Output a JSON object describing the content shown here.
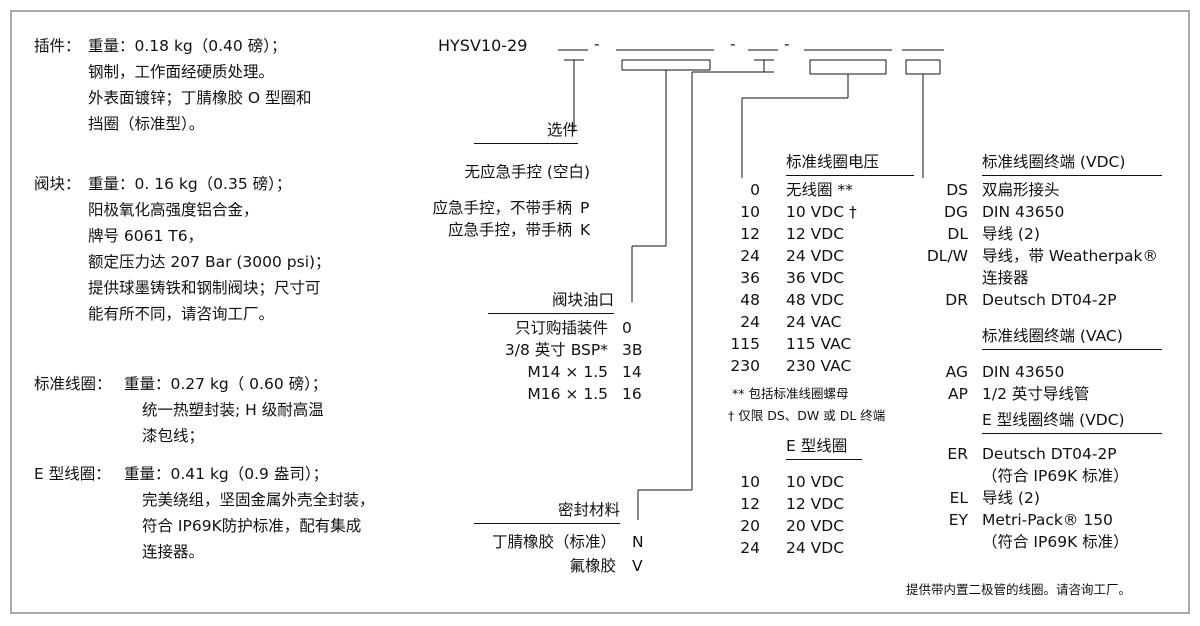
{
  "left": [
    {
      "label": "插件：",
      "lines": [
        "重量：0.18 kg（0.40 磅）；",
        "钢制，工作面经硬质处理。",
        "外表面镀锌；丁腈橡胶 O 型圈和",
        "挡圈（标准型）。"
      ]
    },
    {
      "label": "阀块：",
      "lines": [
        "重量：0. 16 kg（0.35 磅）；",
        "阳极氧化高强度铝合金，",
        "牌号 6061 T6，",
        "额定压力达 207 Bar (3000 psi)；",
        "提供球墨铸铁和钢制阀块；尺寸可",
        "能有所不同，请咨询工厂。"
      ]
    },
    {
      "label": "标准线圈：",
      "lines": [
        "重量：0.27 kg（ 0.60 磅）；",
        "统一热塑封装; H 级耐高温",
        "漆包线；"
      ]
    },
    {
      "label": "E 型线圈：",
      "lines": [
        "重量：0.41 kg（0.9 盎司）；",
        "完美绕组，坚固金属外壳全封装，",
        "符合 IP69K防护标准，配有集成",
        "连接器。"
      ]
    }
  ],
  "model": {
    "code": "HYSV10-29",
    "dash": "-"
  },
  "options": {
    "title": "选件",
    "items": [
      {
        "label": "无应急手控 (空白)",
        "code": ""
      },
      {
        "label": "应急手控，不带手柄",
        "code": "P"
      },
      {
        "label": "应急手控，带手柄",
        "code": "K"
      }
    ]
  },
  "ports": {
    "title": "阀块油口",
    "items": [
      {
        "label": "只订购插装件",
        "code": "0"
      },
      {
        "label": "3/8 英寸 BSP*",
        "code": "3B"
      },
      {
        "label": "M14 × 1.5",
        "code": "14"
      },
      {
        "label": "M16 × 1.5",
        "code": "16"
      }
    ]
  },
  "seals": {
    "title": "密封材料",
    "items": [
      {
        "label": "丁腈橡胶（标准）",
        "code": "N"
      },
      {
        "label": "氟橡胶",
        "code": "V"
      }
    ]
  },
  "std_voltage": {
    "title": "标准线圈电压",
    "items": [
      {
        "code": "0",
        "label": "无线圈 **"
      },
      {
        "code": "10",
        "label": "10 VDC †"
      },
      {
        "code": "12",
        "label": "12 VDC"
      },
      {
        "code": "24",
        "label": "24 VDC"
      },
      {
        "code": "36",
        "label": "36 VDC"
      },
      {
        "code": "48",
        "label": "48 VDC"
      },
      {
        "code": "24",
        "label": "24 VAC"
      },
      {
        "code": "115",
        "label": "115 VAC"
      },
      {
        "code": "230",
        "label": "230 VAC"
      }
    ],
    "notes": [
      "** 包括标准线圈螺母",
      "† 仅限 DS、DW 或 DL 终端"
    ]
  },
  "e_voltage": {
    "title": "E 型线圈",
    "items": [
      {
        "code": "10",
        "label": "10 VDC"
      },
      {
        "code": "12",
        "label": "12 VDC"
      },
      {
        "code": "20",
        "label": "20 VDC"
      },
      {
        "code": "24",
        "label": "24 VDC"
      }
    ]
  },
  "term_vdc": {
    "title": "标准线圈终端 (VDC)",
    "items": [
      {
        "code": "DS",
        "label": "双扁形接头"
      },
      {
        "code": "DG",
        "label": "DIN 43650"
      },
      {
        "code": "DL",
        "label": "导线 (2)"
      },
      {
        "code": "DL/W",
        "label": "导线，带 Weatherpak®",
        "label2": "连接器"
      },
      {
        "code": "DR",
        "label": "Deutsch DT04-2P"
      }
    ]
  },
  "term_vac": {
    "title": "标准线圈终端 (VAC)",
    "items": [
      {
        "code": "AG",
        "label": "DIN 43650"
      },
      {
        "code": "AP",
        "label": "1/2 英寸导线管"
      }
    ]
  },
  "term_e": {
    "title": "E 型线圈终端 (VDC)",
    "items": [
      {
        "code": "ER",
        "label": "Deutsch DT04-2P",
        "label2": "（符合 IP69K 标准）"
      },
      {
        "code": "EL",
        "label": "导线 (2)"
      },
      {
        "code": "EY",
        "label": "Metri-Pack® 150",
        "label2": "（符合 IP69K 标准）"
      }
    ]
  },
  "footnote": "提供带内置二极管的线圈。请咨询工厂。"
}
